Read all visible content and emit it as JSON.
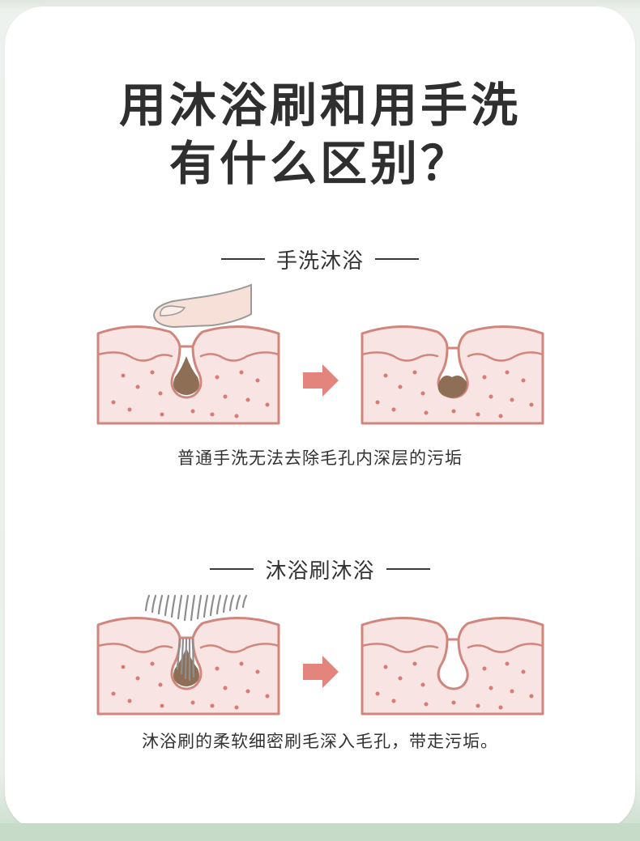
{
  "title": {
    "line1": "用沐浴刷和用手洗",
    "line2": "有什么区别？"
  },
  "sections": [
    {
      "heading": "手洗沐浴",
      "caption": "普通手洗无法去除毛孔内深层的污垢",
      "before_icon": "finger-icon",
      "after_state": "dirt-remaining"
    },
    {
      "heading": "沐浴刷沐浴",
      "caption": "沐浴刷的柔软细密刷毛深入毛孔，带走污垢。",
      "before_icon": "brush-bristles-icon",
      "after_state": "pore-clean"
    }
  ],
  "colors": {
    "skin_fill": "#f8e4e2",
    "skin_stroke": "#d0867c",
    "dot": "#d97b72",
    "dirt": "#8e6f55",
    "arrow": "#e3857c",
    "finger": "#f7e0d8",
    "bristle": "#8d8d8d",
    "background": "#eef2ee",
    "footer_green": "#c6dcc8"
  }
}
